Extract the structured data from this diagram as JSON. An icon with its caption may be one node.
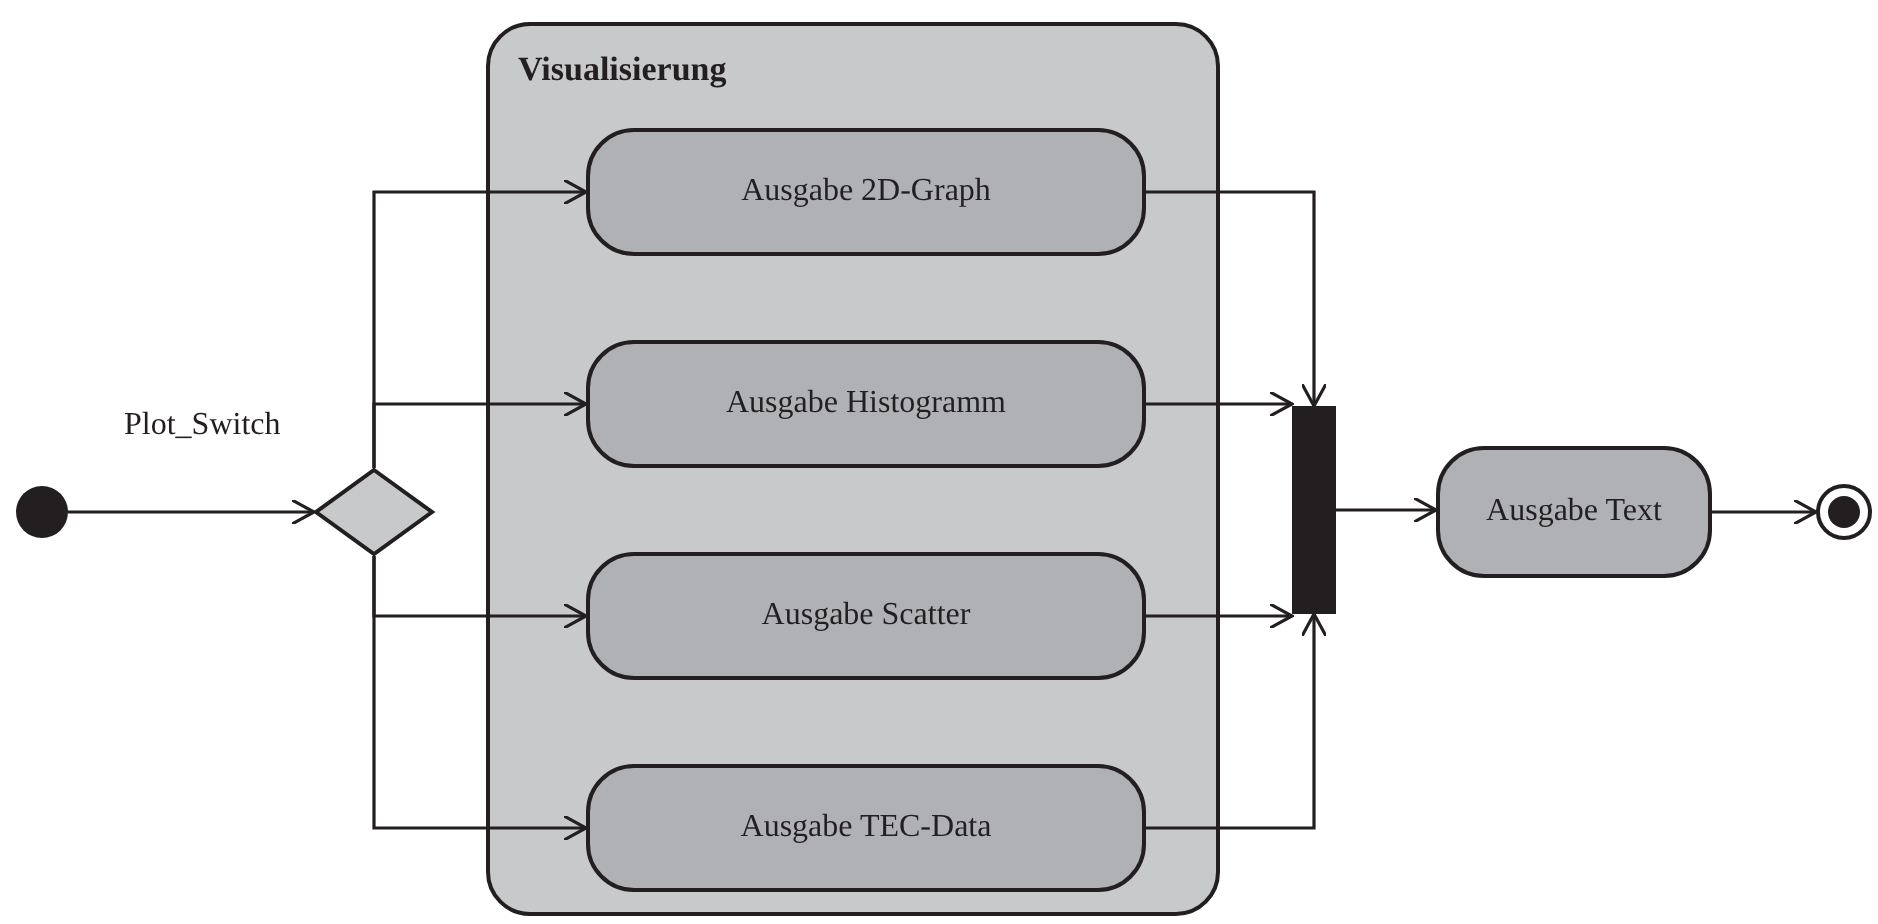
{
  "diagram": {
    "nodes": [
      {
        "text": [],
        "shape": "circle"
      },
      {
        "text": [],
        "shape": "diamond"
      },
      {
        "text": [
          "Visualisierung"
        ]
      },
      {
        "text": [
          "Ausgabe 2D-Graph"
        ],
        "in": 2
      },
      {
        "text": [
          "Ausgabe Histogramm"
        ],
        "in": 2
      },
      {
        "text": [
          "Ausgabe Scatter"
        ],
        "in": 2
      },
      {
        "text": [
          "Ausgabe TEC-Data"
        ],
        "in": 2
      },
      {
        "text": [],
        "shape": "bar"
      },
      {
        "text": [
          "Ausgabe Text"
        ]
      },
      {
        "text": [],
        "shape": "circle"
      }
    ],
    "edges": [
      {
        "from": 0,
        "to": 1,
        "arrow": "to",
        "label": "Plot_Switch"
      },
      {
        "from": 1,
        "to": 3,
        "arrow": "to"
      },
      {
        "from": 1,
        "to": 4,
        "arrow": "to"
      },
      {
        "from": 1,
        "to": 5,
        "arrow": "to"
      },
      {
        "from": 1,
        "to": 6,
        "arrow": "to"
      },
      {
        "from": 3,
        "to": 7,
        "arrow": "to"
      },
      {
        "from": 4,
        "to": 7,
        "arrow": "to"
      },
      {
        "from": 5,
        "to": 7,
        "arrow": "to"
      },
      {
        "from": 6,
        "to": 7,
        "arrow": "to"
      },
      {
        "from": 7,
        "to": 8,
        "arrow": "to"
      },
      {
        "from": 8,
        "to": 9,
        "arrow": "to"
      }
    ]
  }
}
